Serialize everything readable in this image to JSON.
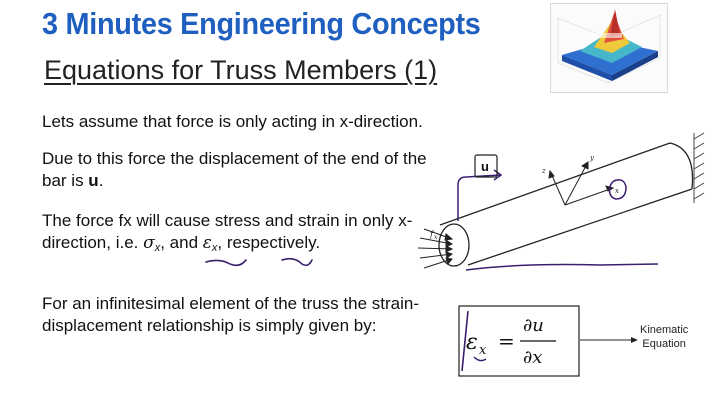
{
  "header": {
    "series_title": "3 Minutes Engineering Concepts",
    "slide_title": "Equations for Truss Members (1)"
  },
  "body": {
    "p1": "Lets assume that force is only acting in x-direction.",
    "p2_prefix": "Due to this force the displacement of the end of the bar is ",
    "p2_bold": "u",
    "p2_suffix": ".",
    "p3_prefix": "The force fx will cause stress and strain in only x-direction, i.e. ",
    "p3_sigma": "σ",
    "p3_sub_x1": "x",
    "p3_and": ", and ",
    "p3_eps": "ε",
    "p3_sub_x2": "x",
    "p3_suffix": ", respectively.",
    "p4": "For an infinitesimal element of the truss the strain-displacement relationship is simply given by:"
  },
  "diagram": {
    "u_label": "u",
    "axis_y": "y",
    "axis_z": "z",
    "axis_x": "x",
    "force_label": "f",
    "force_sub": "x"
  },
  "equation": {
    "lhs": "ε",
    "lhs_sub": "x",
    "equals": "=",
    "numerator": "∂u",
    "denominator": "∂x"
  },
  "annotation": {
    "line1": "Kinematic",
    "line2": "Equation"
  },
  "colors": {
    "title_blue": "#1f5fbf",
    "ink_purple": "#3a1f6e"
  }
}
